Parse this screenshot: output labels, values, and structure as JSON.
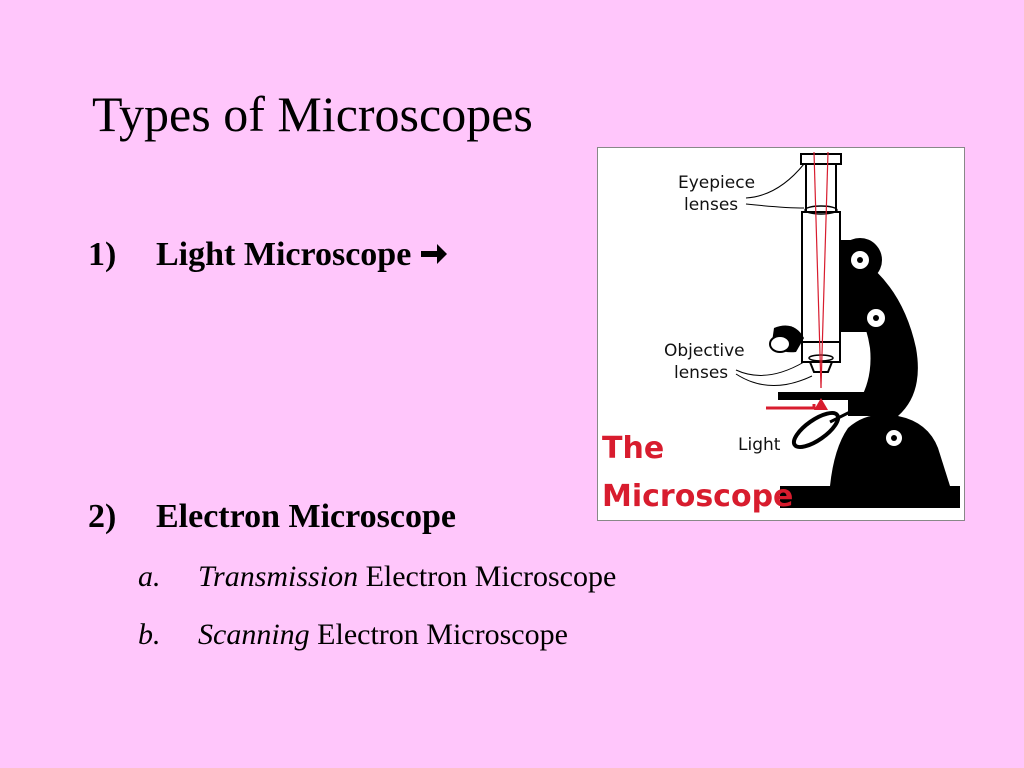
{
  "slide": {
    "title": "Types of Microscopes",
    "items": [
      {
        "number": "1)",
        "label": "Light Microscope"
      },
      {
        "number": "2)",
        "label": "Electron Microscope"
      }
    ],
    "subitems": [
      {
        "letter": "a.",
        "emph": "Transmission",
        "rest": " Electron Microscope"
      },
      {
        "letter": "b.",
        "emph": "Scanning",
        "rest": " Electron Microscope"
      }
    ]
  },
  "figure": {
    "label_eyepiece_line1": "Eyepiece",
    "label_eyepiece_line2": "lenses",
    "label_objective_line1": "Objective",
    "label_objective_line2": "lenses",
    "label_light": "Light",
    "title_line1": "The",
    "title_line2": "Microscope",
    "accent_color": "#d81c2e"
  }
}
